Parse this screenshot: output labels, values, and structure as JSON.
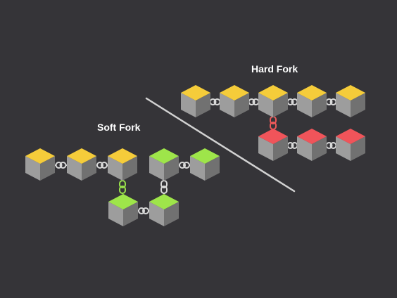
{
  "soft_fork": {
    "title": "Soft Fork",
    "main_chain_colors": [
      "yellow",
      "yellow",
      "yellow"
    ],
    "branch_colors": [
      "green",
      "green",
      "green",
      "green"
    ]
  },
  "hard_fork": {
    "title": "Hard Fork",
    "main_chain_colors": [
      "yellow",
      "yellow",
      "yellow",
      "yellow",
      "yellow"
    ],
    "branch_colors": [
      "red",
      "red",
      "red"
    ]
  },
  "colors": {
    "background": "#353438",
    "yellow_top": "#f5cc3a",
    "green_top": "#9ee54a",
    "red_top": "#f0545a",
    "cube_left": "#9d9d9d",
    "cube_right": "#717171",
    "chain_gray": "#d9d9d9",
    "chain_green": "#98e04a",
    "chain_red": "#ee5a5a",
    "divider": "#d2d2d2"
  }
}
